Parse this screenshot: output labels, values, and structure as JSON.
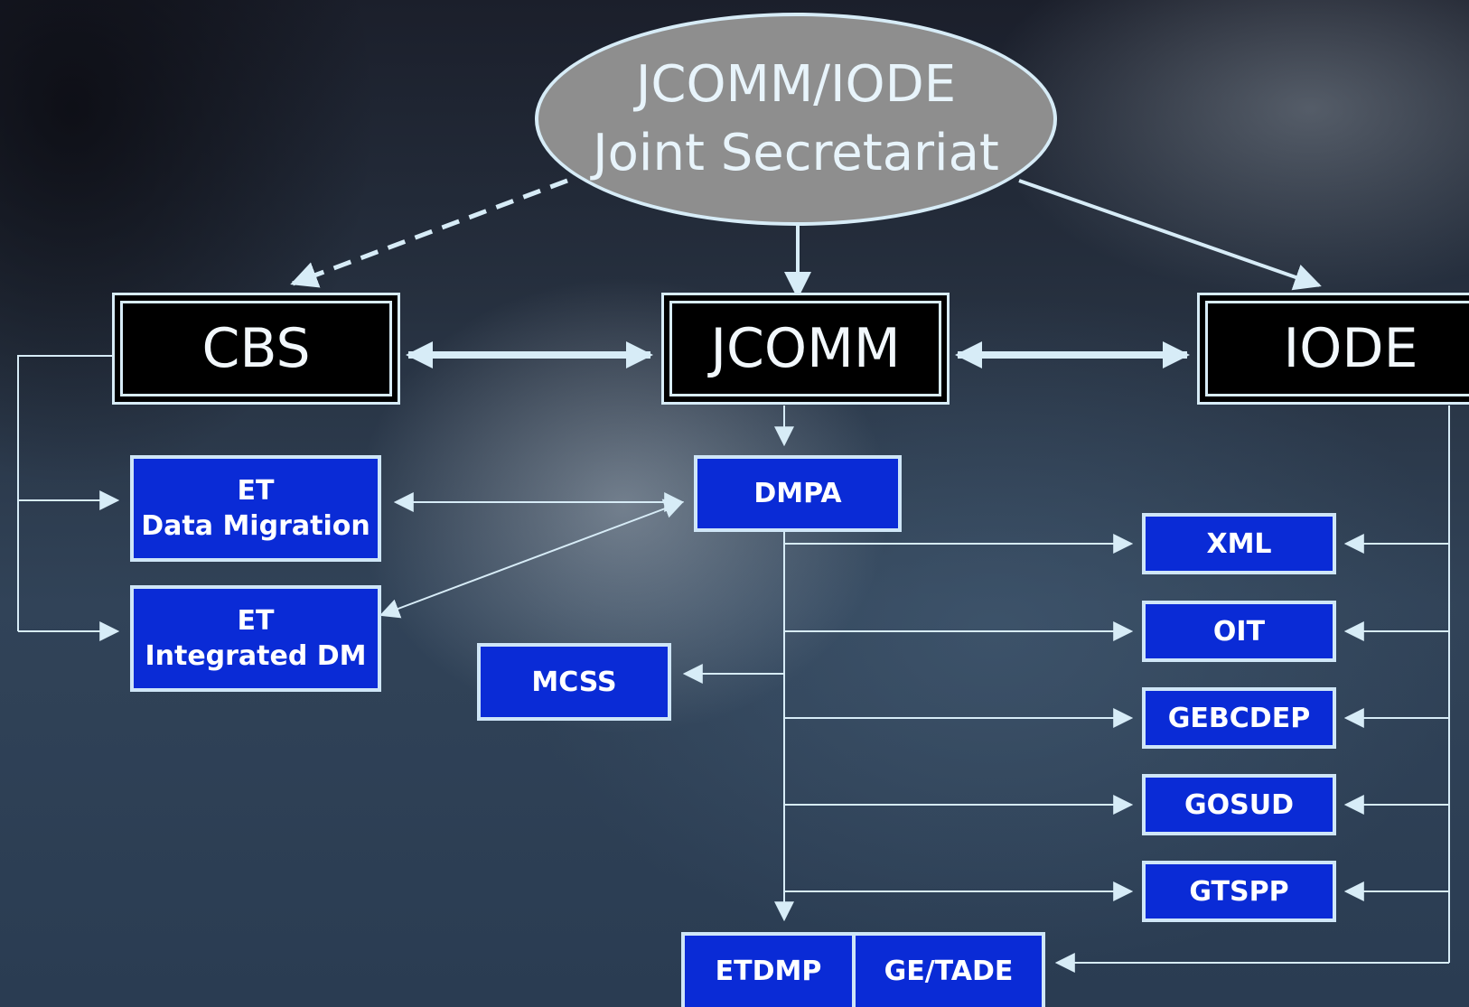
{
  "secretariat": {
    "line1": "JCOMM/IODE",
    "line2": "Joint Secretariat"
  },
  "bodies": {
    "cbs": "CBS",
    "jcomm": "JCOMM",
    "iode": "IODE"
  },
  "cbs_groups": {
    "et_dm": {
      "line1": "ET",
      "line2": "Data Migration"
    },
    "et_idm": {
      "line1": "ET",
      "line2": "Integrated DM"
    }
  },
  "jcomm_groups": {
    "dmpa": "DMPA",
    "mcss": "MCSS"
  },
  "shared_groups": [
    "XML",
    "OIT",
    "GEBCDEP",
    "GOSUD",
    "GTSPP"
  ],
  "bottom_groups": {
    "etdmp": "ETDMP",
    "getade": "GE/TADE"
  },
  "colors": {
    "box_blue": "#0a2bd6",
    "line": "#d7ecf7",
    "ellipse": "#8e8e8e",
    "black_box": "#000000"
  }
}
